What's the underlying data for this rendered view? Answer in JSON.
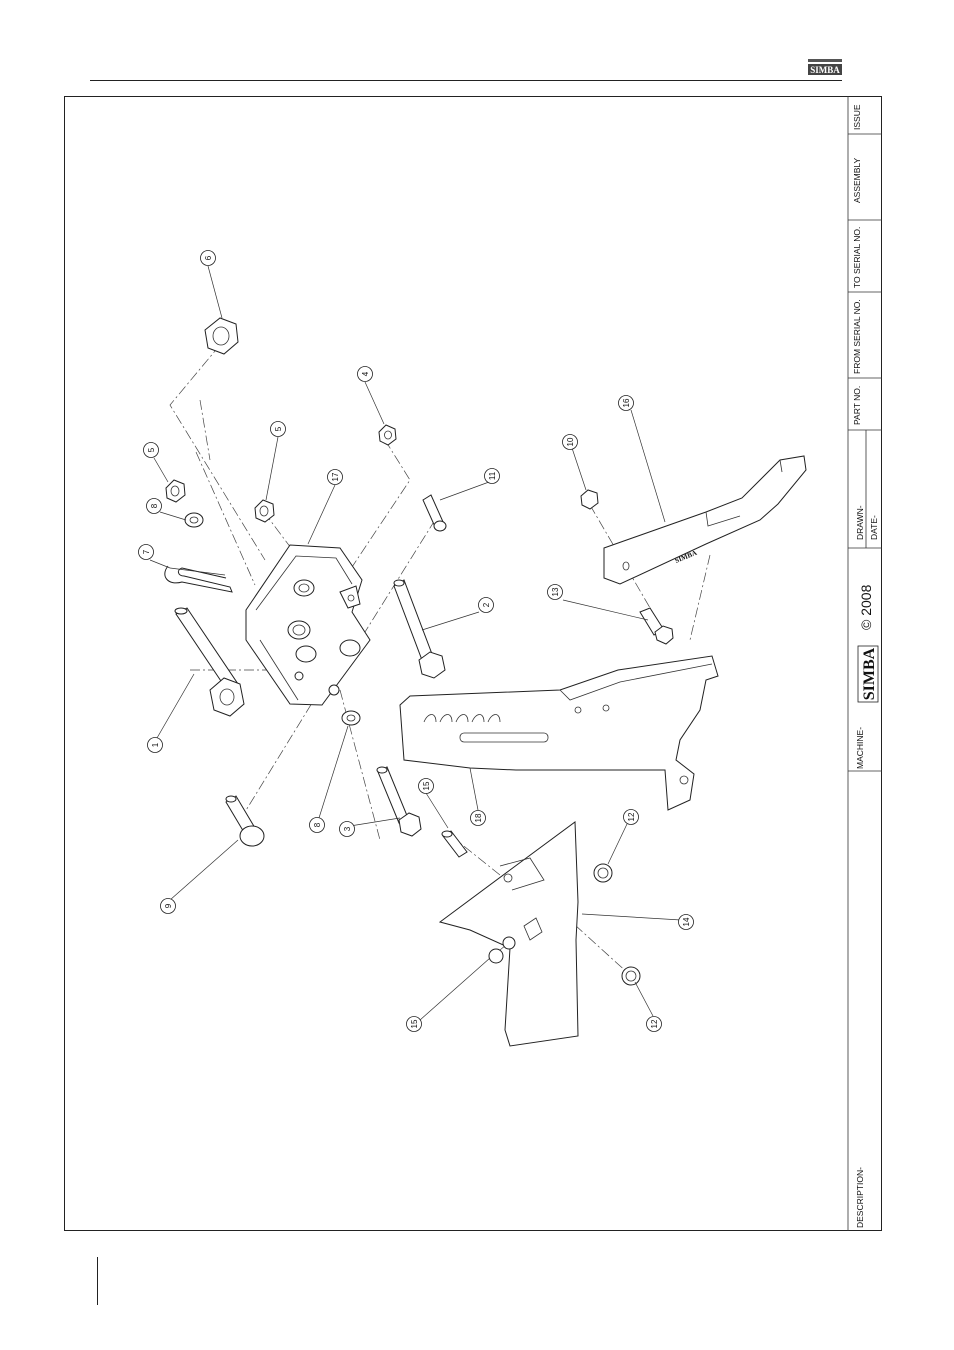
{
  "header": {
    "logo_text": "SIMBA"
  },
  "title_block": {
    "description_label": "DESCRIPTION-",
    "machine_label": "MACHINE-",
    "brand_logo_text": "SIMBA",
    "copyright": "© 2008",
    "drawn_label": "DRAWN-",
    "date_label": "DATE-",
    "part_no_label": "PART NO.",
    "from_serial_label": "FROM SERIAL NO.",
    "to_serial_label": "TO SERIAL NO.",
    "assembly_label": "ASSEMBLY",
    "issue_label": "ISSUE"
  },
  "part_emboss": {
    "arm_logo": "SIMBA"
  },
  "callouts": [
    {
      "id": "c1",
      "label": "1"
    },
    {
      "id": "c2",
      "label": "2"
    },
    {
      "id": "c3",
      "label": "3"
    },
    {
      "id": "c4",
      "label": "4"
    },
    {
      "id": "c5a",
      "label": "5"
    },
    {
      "id": "c5b",
      "label": "5"
    },
    {
      "id": "c6",
      "label": "6"
    },
    {
      "id": "c7",
      "label": "7"
    },
    {
      "id": "c8a",
      "label": "8"
    },
    {
      "id": "c8b",
      "label": "8"
    },
    {
      "id": "c9",
      "label": "9"
    },
    {
      "id": "c10",
      "label": "10"
    },
    {
      "id": "c11",
      "label": "11"
    },
    {
      "id": "c12a",
      "label": "12"
    },
    {
      "id": "c12b",
      "label": "12"
    },
    {
      "id": "c13",
      "label": "13"
    },
    {
      "id": "c14",
      "label": "14"
    },
    {
      "id": "c15a",
      "label": "15"
    },
    {
      "id": "c15b",
      "label": "15"
    },
    {
      "id": "c16",
      "label": "16"
    },
    {
      "id": "c17",
      "label": "17"
    },
    {
      "id": "c18",
      "label": "18"
    }
  ]
}
